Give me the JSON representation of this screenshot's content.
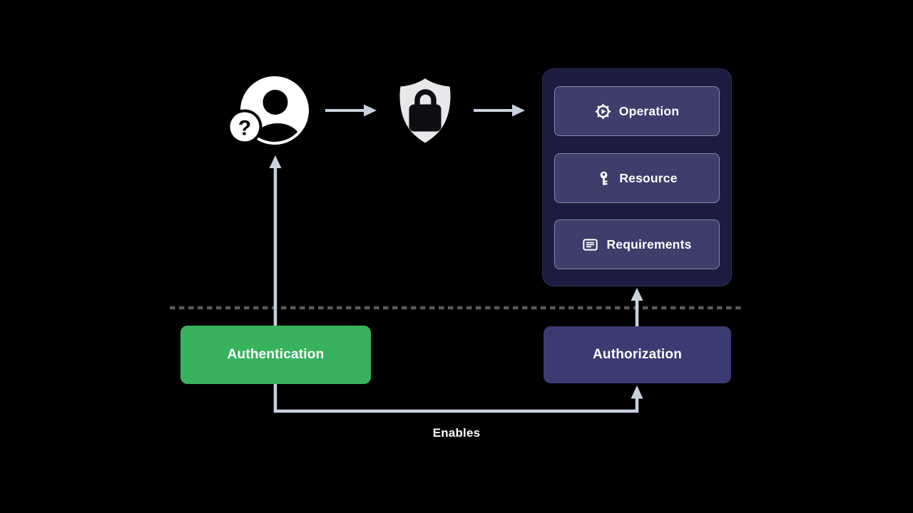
{
  "colors": {
    "background": "#000000",
    "connector_line": "#c9d1de",
    "divider_dash": "#5a5a5a",
    "authentication_green": "#38b25c",
    "authorization_indigo": "#3b3b73",
    "panel_background": "#1c1c3e",
    "panel_item_fill": "#3e3e6c",
    "panel_item_border": "#8a8aae",
    "shield_gray": "#e7e8ea",
    "icon_dark": "#0e0e12",
    "text_white": "#ffffff"
  },
  "figures": {
    "unknown_user": {
      "icon": "user-question-icon",
      "question_mark": "?"
    },
    "gateway": {
      "icon": "shield-lock-icon"
    }
  },
  "panel": {
    "items": [
      {
        "icon": "gear-icon",
        "label": "Operation"
      },
      {
        "icon": "key-icon",
        "label": "Resource"
      },
      {
        "icon": "list-icon",
        "label": "Requirements"
      }
    ]
  },
  "nodes": {
    "authentication": "Authentication",
    "authorization": "Authorization"
  },
  "edges": {
    "enables_label": "Enables"
  }
}
